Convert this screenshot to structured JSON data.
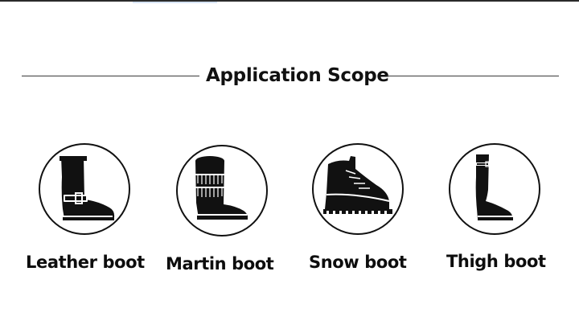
{
  "section_title": "Application Scope",
  "items": [
    {
      "label": "Leather boot",
      "icon": "leather-boot-icon"
    },
    {
      "label": "Martin boot",
      "icon": "martin-boot-icon"
    },
    {
      "label": "Snow boot",
      "icon": "snow-boot-icon"
    },
    {
      "label": "Thigh boot",
      "icon": "thigh-boot-icon"
    }
  ],
  "colors": {
    "ink": "#111111",
    "background": "#ffffff"
  }
}
